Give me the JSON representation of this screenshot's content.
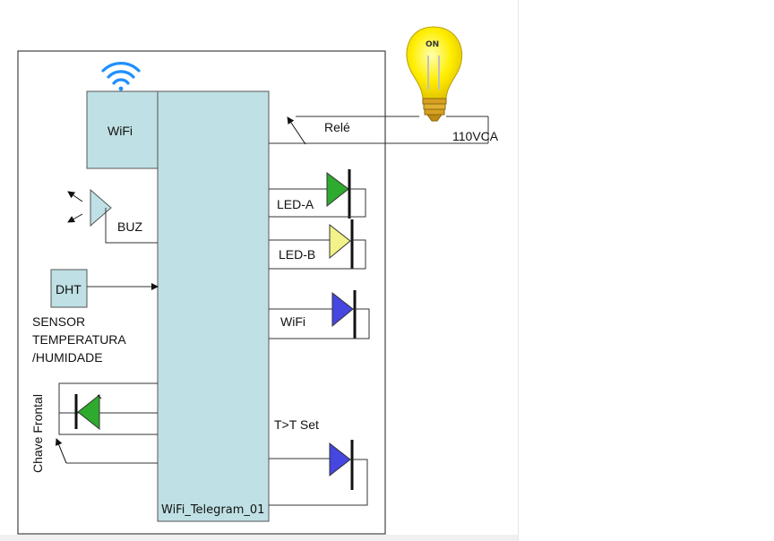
{
  "diagram": {
    "wifi_module": "WiFi",
    "buzzer": "BUZ",
    "dht": "DHT",
    "sensor_line1": "SENSOR",
    "sensor_line2": "TEMPERATURA",
    "sensor_line3": "/HUMIDADE",
    "switch": "Chave Frontal",
    "relay": "Relé",
    "mains": "110VCA",
    "bulb_state": "ON",
    "led_a": "LED-A",
    "led_b": "LED-B",
    "led_wifi": "WiFi",
    "led_temp": "T>T Set",
    "board_name": "WiFi_Telegram_01"
  },
  "colors": {
    "module_fill": "#bfe0e4",
    "led_a": "#2eaa2e",
    "led_b": "#f2f28a",
    "led_wifi": "#4646e0",
    "led_temp": "#4646e0",
    "switch_led": "#2eaa2e",
    "wifi_icon": "#1e90ff",
    "bulb": "#ffee00"
  }
}
